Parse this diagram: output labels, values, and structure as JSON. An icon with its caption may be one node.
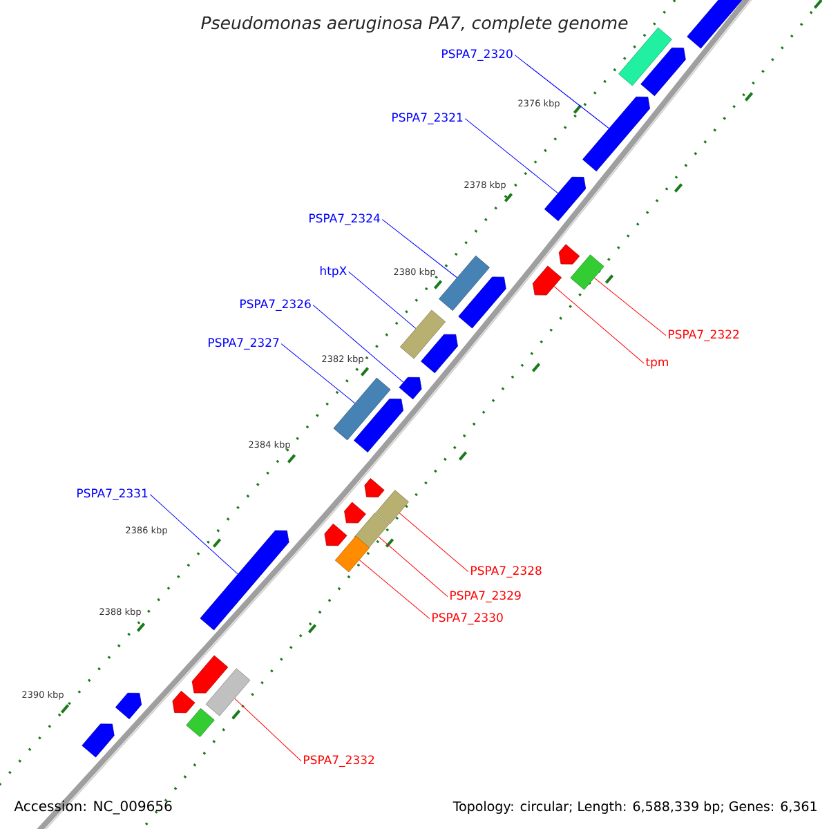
{
  "diagram": {
    "title": "Pseudomonas aeruginosa PA7, complete genome",
    "nodes": [
      {
        "text": [
          "PSPA7_2320"
        ]
      },
      {
        "text": [],
        "shape": "arrow"
      },
      {
        "text": [
          "PSPA7_2321"
        ]
      },
      {
        "text": [],
        "shape": "arrow"
      },
      {
        "text": [
          "PSPA7_2324"
        ]
      },
      {
        "text": [],
        "shape": "box"
      },
      {
        "text": [
          "htpX"
        ]
      },
      {
        "text": [],
        "shape": "box"
      },
      {
        "text": [
          "PSPA7_2322"
        ]
      },
      {
        "text": [],
        "shape": "box"
      },
      {
        "text": [
          "PSPA7_2326"
        ]
      },
      {
        "text": [],
        "shape": "arrow"
      },
      {
        "text": [
          "tpm"
        ]
      },
      {
        "text": [],
        "shape": "arrow"
      },
      {
        "text": [
          "PSPA7_2327"
        ]
      },
      {
        "text": [],
        "shape": "box"
      },
      {
        "text": [
          "PSPA7_2331"
        ]
      },
      {
        "text": [],
        "shape": "arrow"
      },
      {
        "text": [
          "PSPA7_2328"
        ]
      },
      {
        "text": [],
        "shape": "box"
      },
      {
        "text": [
          "PSPA7_2329"
        ]
      },
      {
        "text": [],
        "shape": "box"
      },
      {
        "text": [
          "PSPA7_2330"
        ]
      },
      {
        "text": [],
        "shape": "box"
      },
      {
        "text": [
          "PSPA7_2332"
        ]
      },
      {
        "text": [],
        "shape": "box"
      },
      {
        "text": [],
        "shape": "arrow"
      },
      {
        "text": [],
        "shape": "box"
      },
      {
        "text": [],
        "shape": "arrow"
      },
      {
        "text": [],
        "shape": "arrow"
      },
      {
        "text": [],
        "shape": "arrow"
      },
      {
        "text": [],
        "shape": "arrow"
      },
      {
        "text": [],
        "shape": "arrow"
      },
      {
        "text": [],
        "shape": "arrow"
      },
      {
        "text": [],
        "shape": "arrow"
      },
      {
        "text": [],
        "shape": "arrow"
      },
      {
        "text": [],
        "shape": "arrow"
      },
      {
        "text": [],
        "shape": "arrow"
      },
      {
        "text": [],
        "shape": "arrow"
      },
      {
        "text": [],
        "shape": "box"
      },
      {
        "text": [],
        "shape": "arrow"
      }
    ],
    "edges": [
      {
        "from": 0,
        "to": 1,
        "arrow": "none"
      },
      {
        "from": 2,
        "to": 3,
        "arrow": "none"
      },
      {
        "from": 4,
        "to": 5,
        "arrow": "none"
      },
      {
        "from": 6,
        "to": 7,
        "arrow": "none"
      },
      {
        "from": 8,
        "to": 9,
        "arrow": "none",
        "color": "#ff0000"
      },
      {
        "from": 10,
        "to": 11,
        "arrow": "none"
      },
      {
        "from": 12,
        "to": 13,
        "arrow": "none",
        "color": "#ff0000"
      },
      {
        "from": 14,
        "to": 15,
        "arrow": "none"
      },
      {
        "from": 16,
        "to": 17,
        "arrow": "none"
      },
      {
        "from": 18,
        "to": 19,
        "arrow": "none",
        "color": "#ff0000"
      },
      {
        "from": 20,
        "to": 21,
        "arrow": "none",
        "color": "#ff0000"
      },
      {
        "from": 22,
        "to": 23,
        "arrow": "none",
        "color": "#ff0000"
      },
      {
        "from": 24,
        "to": 25,
        "arrow": "none",
        "color": "#ff0000"
      }
    ],
    "labels": [
      "2376 kbp",
      "2378 kbp",
      "2380 kbp",
      "2382 kbp",
      "2384 kbp",
      "2386 kbp",
      "2388 kbp",
      "2390 kbp",
      "Accession: NC_009656",
      "Topology: circular; Length: 6,588,339 bp; Genes: 6,361"
    ]
  }
}
